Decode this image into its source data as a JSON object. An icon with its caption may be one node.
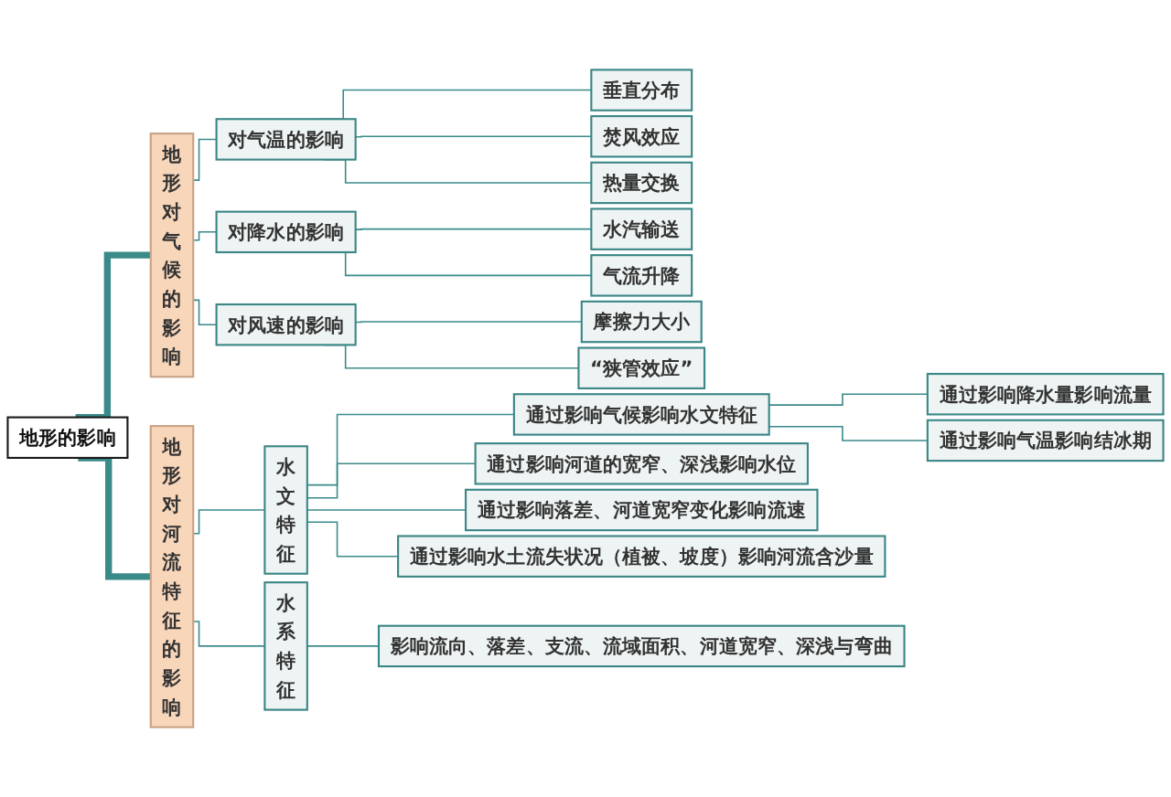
{
  "diagram": {
    "nodes": [
      {
        "text": [
          "地形的影响"
        ]
      },
      {
        "text": [
          "地形对气候的影响"
        ]
      },
      {
        "text": [
          "对气温的影响"
        ]
      },
      {
        "text": [
          "垂直分布"
        ]
      },
      {
        "text": [
          "焚风效应"
        ]
      },
      {
        "text": [
          "热量交换"
        ]
      },
      {
        "text": [
          "对降水的影响"
        ]
      },
      {
        "text": [
          "水汽输送"
        ]
      },
      {
        "text": [
          "气流升降"
        ]
      },
      {
        "text": [
          "对风速的影响"
        ]
      },
      {
        "text": [
          "摩擦力大小"
        ]
      },
      {
        "text": [
          "“狭管效应”"
        ]
      },
      {
        "text": [
          "地形对河流特征的影响"
        ]
      },
      {
        "text": [
          "水文特征"
        ]
      },
      {
        "text": [
          "通过影响气候影响水文特征"
        ]
      },
      {
        "text": [
          "通过影响降水量影响流量"
        ]
      },
      {
        "text": [
          "通过影响气温影响结冰期"
        ]
      },
      {
        "text": [
          "通过影响河道的宽窄、深浅影响水位"
        ]
      },
      {
        "text": [
          "通过影响落差、河道宽窄变化影响流速"
        ]
      },
      {
        "text": [
          "通过影响水土流失状况（植被、坡度）影响河流含沙量"
        ]
      },
      {
        "text": [
          "水系特征"
        ]
      },
      {
        "text": [
          "影响流向、落差、支流、流域面积、河道宽窄、深浅与弯曲"
        ]
      }
    ],
    "edges": [
      {
        "from": 0,
        "to": 1,
        "arrow": "none",
        "style": "thick"
      },
      {
        "from": 1,
        "to": 2,
        "arrow": "none"
      },
      {
        "from": 2,
        "to": 3,
        "arrow": "none"
      },
      {
        "from": 2,
        "to": 4,
        "arrow": "none"
      },
      {
        "from": 2,
        "to": 5,
        "arrow": "none"
      },
      {
        "from": 1,
        "to": 6,
        "arrow": "none"
      },
      {
        "from": 6,
        "to": 7,
        "arrow": "none"
      },
      {
        "from": 6,
        "to": 8,
        "arrow": "none"
      },
      {
        "from": 1,
        "to": 9,
        "arrow": "none"
      },
      {
        "from": 9,
        "to": 10,
        "arrow": "none"
      },
      {
        "from": 9,
        "to": 11,
        "arrow": "none"
      },
      {
        "from": 0,
        "to": 12,
        "arrow": "none",
        "style": "thick"
      },
      {
        "from": 12,
        "to": 13,
        "arrow": "none"
      },
      {
        "from": 13,
        "to": 14,
        "arrow": "none"
      },
      {
        "from": 14,
        "to": 15,
        "arrow": "none"
      },
      {
        "from": 14,
        "to": 16,
        "arrow": "none"
      },
      {
        "from": 13,
        "to": 17,
        "arrow": "none"
      },
      {
        "from": 13,
        "to": 18,
        "arrow": "none"
      },
      {
        "from": 13,
        "to": 19,
        "arrow": "none"
      },
      {
        "from": 12,
        "to": 20,
        "arrow": "none"
      },
      {
        "from": 20,
        "to": 21,
        "arrow": "none"
      }
    ]
  }
}
